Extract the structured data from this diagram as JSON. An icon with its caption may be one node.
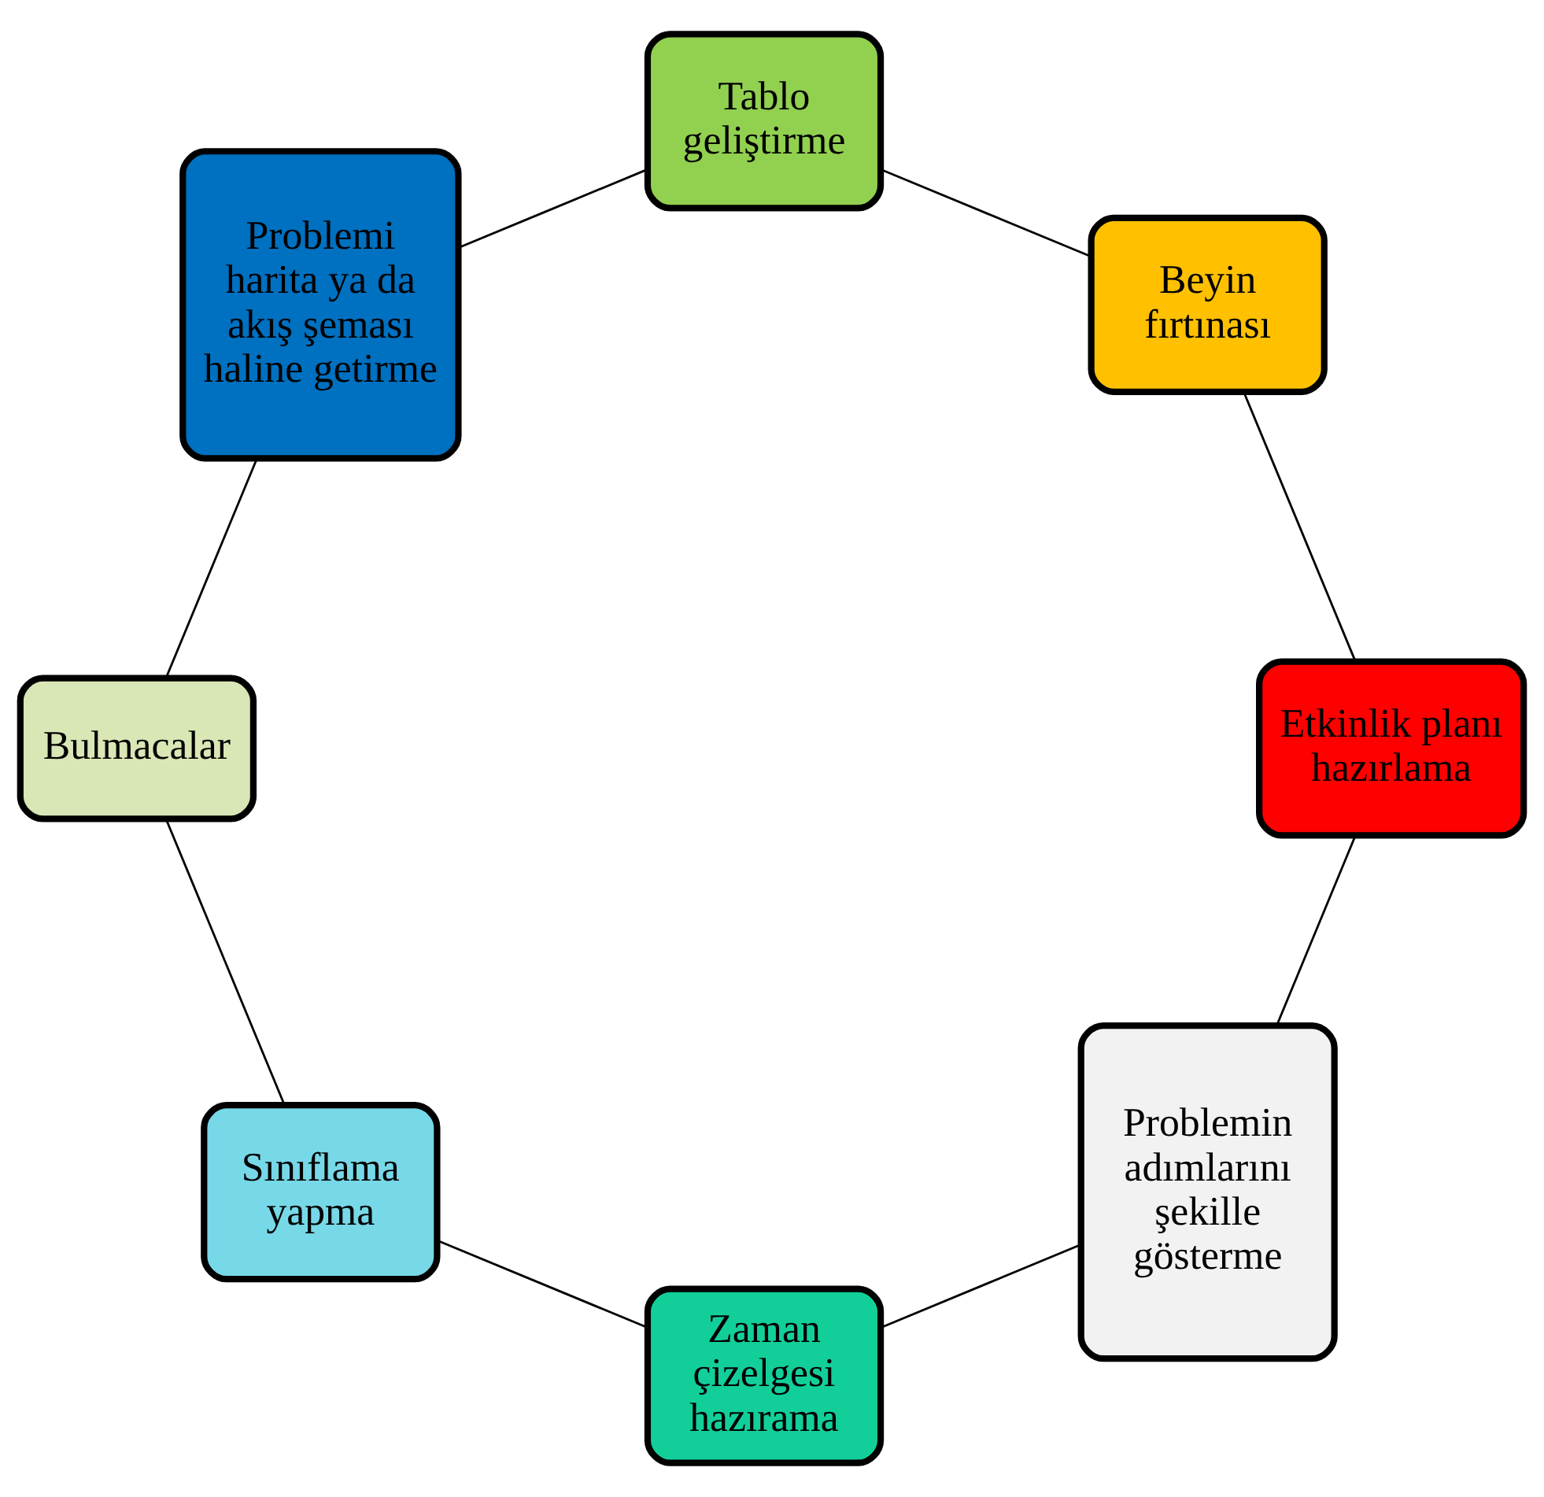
{
  "diagram": {
    "nodes": [
      {
        "text": [
          "Problemin adımlarını şekille gösterme"
        ]
      },
      {
        "text": [
          "Zaman çizelgesi hazırama"
        ]
      },
      {
        "text": [
          "Sınıflama yapma"
        ]
      },
      {
        "text": [
          "Bulmacalar"
        ]
      },
      {
        "text": [
          "Problemi harita ya da akış şeması haline getirme"
        ]
      },
      {
        "text": [
          "Tablo geliştirme"
        ]
      },
      {
        "text": [
          "Beyin fırtınası"
        ]
      },
      {
        "text": [
          "Etkinlik planı hazırlama"
        ]
      }
    ],
    "edges": [
      {
        "from": 0,
        "to": 1,
        "arrow": "none"
      },
      {
        "from": 1,
        "to": 2,
        "arrow": "none"
      },
      {
        "from": 2,
        "to": 3,
        "arrow": "none"
      },
      {
        "from": 3,
        "to": 4,
        "arrow": "none"
      },
      {
        "from": 4,
        "to": 5,
        "arrow": "none"
      },
      {
        "from": 5,
        "to": 6,
        "arrow": "none"
      },
      {
        "from": 6,
        "to": 7,
        "arrow": "none"
      },
      {
        "from": 7,
        "to": 0,
        "arrow": "none"
      }
    ]
  }
}
